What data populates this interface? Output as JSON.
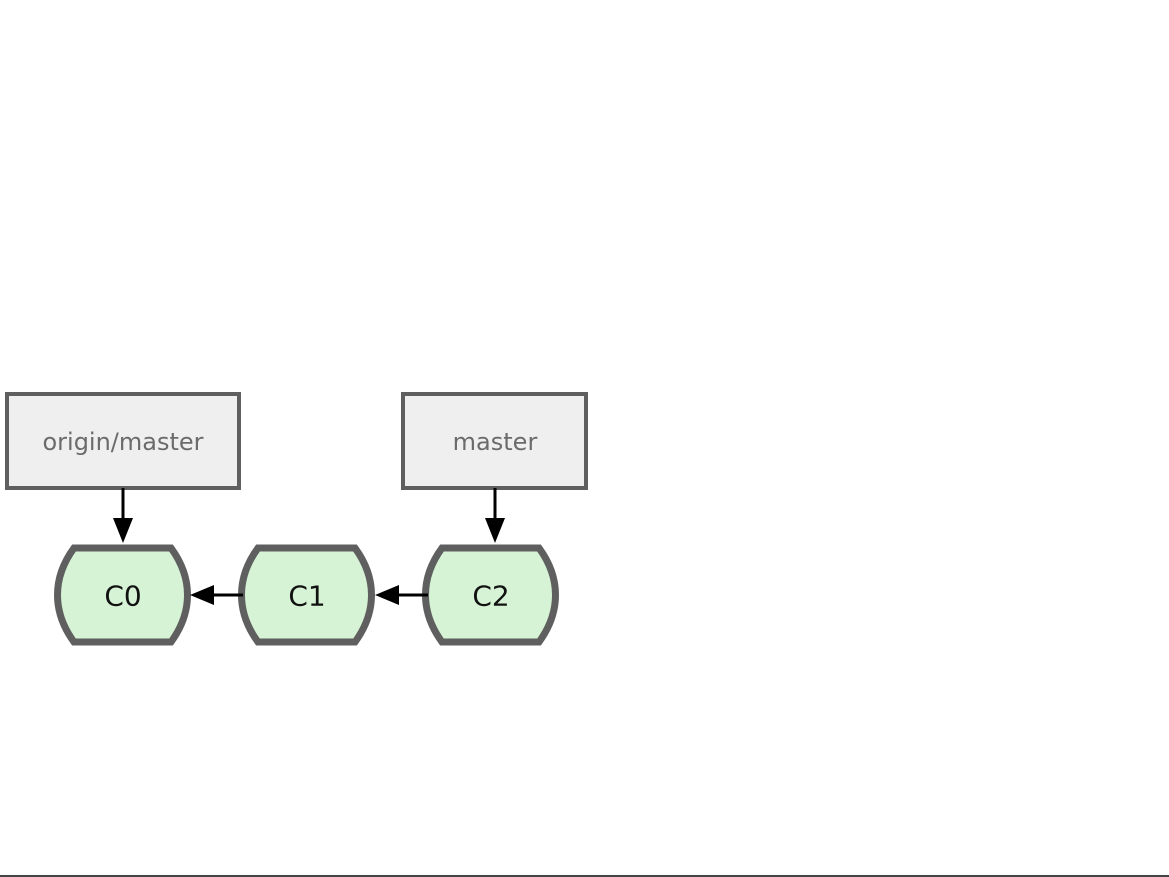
{
  "branches": {
    "origin_master": "origin/master",
    "master": "master"
  },
  "commits": {
    "c0": "C0",
    "c1": "C1",
    "c2": "C2"
  },
  "colors": {
    "commit_fill": "#d6f3d6",
    "branch_fill": "#efefef",
    "outline": "#5f5f5f",
    "arrow": "#000000"
  }
}
